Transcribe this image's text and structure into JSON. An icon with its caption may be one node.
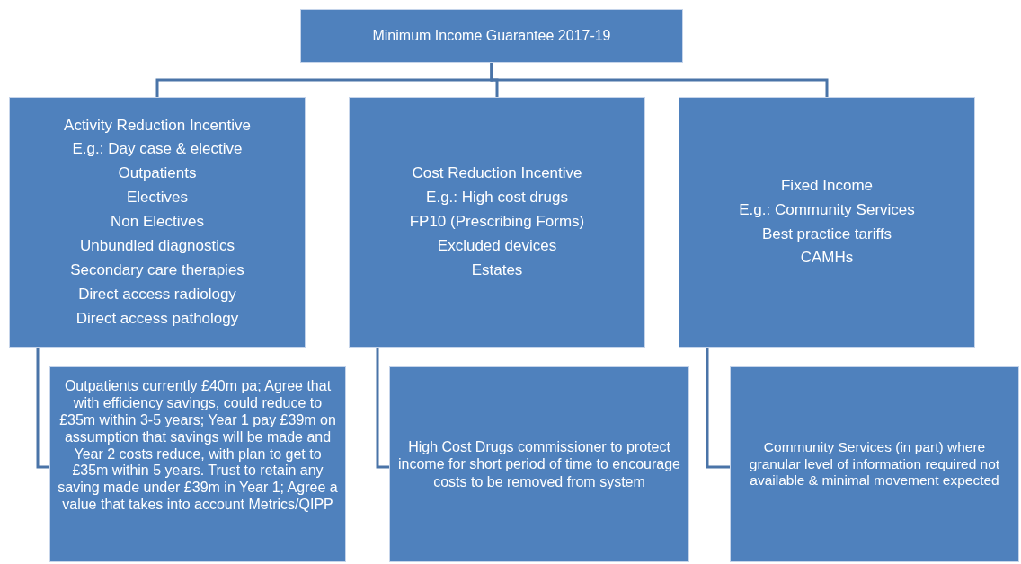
{
  "diagram": {
    "nodes": [
      {
        "text": [
          "Minimum Income Guarantee 2017-19"
        ]
      },
      {
        "text": [
          "Activity Reduction Incentive",
          "E.g.: Day case & elective",
          "Outpatients",
          "Electives",
          "Non Electives",
          "Unbundled diagnostics",
          "Secondary care therapies",
          "Direct access radiology",
          "Direct access pathology"
        ]
      },
      {
        "text": [
          "Cost Reduction Incentive",
          "E.g.: High cost drugs",
          "FP10 (Prescribing Forms)",
          "Excluded devices",
          "Estates"
        ]
      },
      {
        "text": [
          "Fixed Income",
          "E.g.: Community Services",
          "Best practice tariffs",
          "CAMHs"
        ]
      },
      {
        "text": [
          "Outpatients currently £40m pa;  Agree that with efficiency savings, could reduce to £35m within 3-5 years; Year 1 pay £39m on assumption that savings will be made and Year 2 costs reduce, with plan to get to £35m within 5 years. Trust to retain any saving made under £39m in Year 1; Agree a value that takes into account Metrics/QIPP"
        ]
      },
      {
        "text": [
          "High Cost Drugs commissioner to protect income for short period of time to encourage costs to be removed from system"
        ]
      },
      {
        "text": [
          "Community Services (in part) where granular level of information required not available & minimal movement expected"
        ]
      }
    ],
    "edges": [
      {
        "from": 0,
        "to": 1,
        "arrow": "none"
      },
      {
        "from": 0,
        "to": 2,
        "arrow": "none"
      },
      {
        "from": 0,
        "to": 3,
        "arrow": "none"
      },
      {
        "from": 1,
        "to": 4,
        "arrow": "none"
      },
      {
        "from": 2,
        "to": 5,
        "arrow": "none"
      },
      {
        "from": 3,
        "to": 6,
        "arrow": "none"
      }
    ]
  }
}
